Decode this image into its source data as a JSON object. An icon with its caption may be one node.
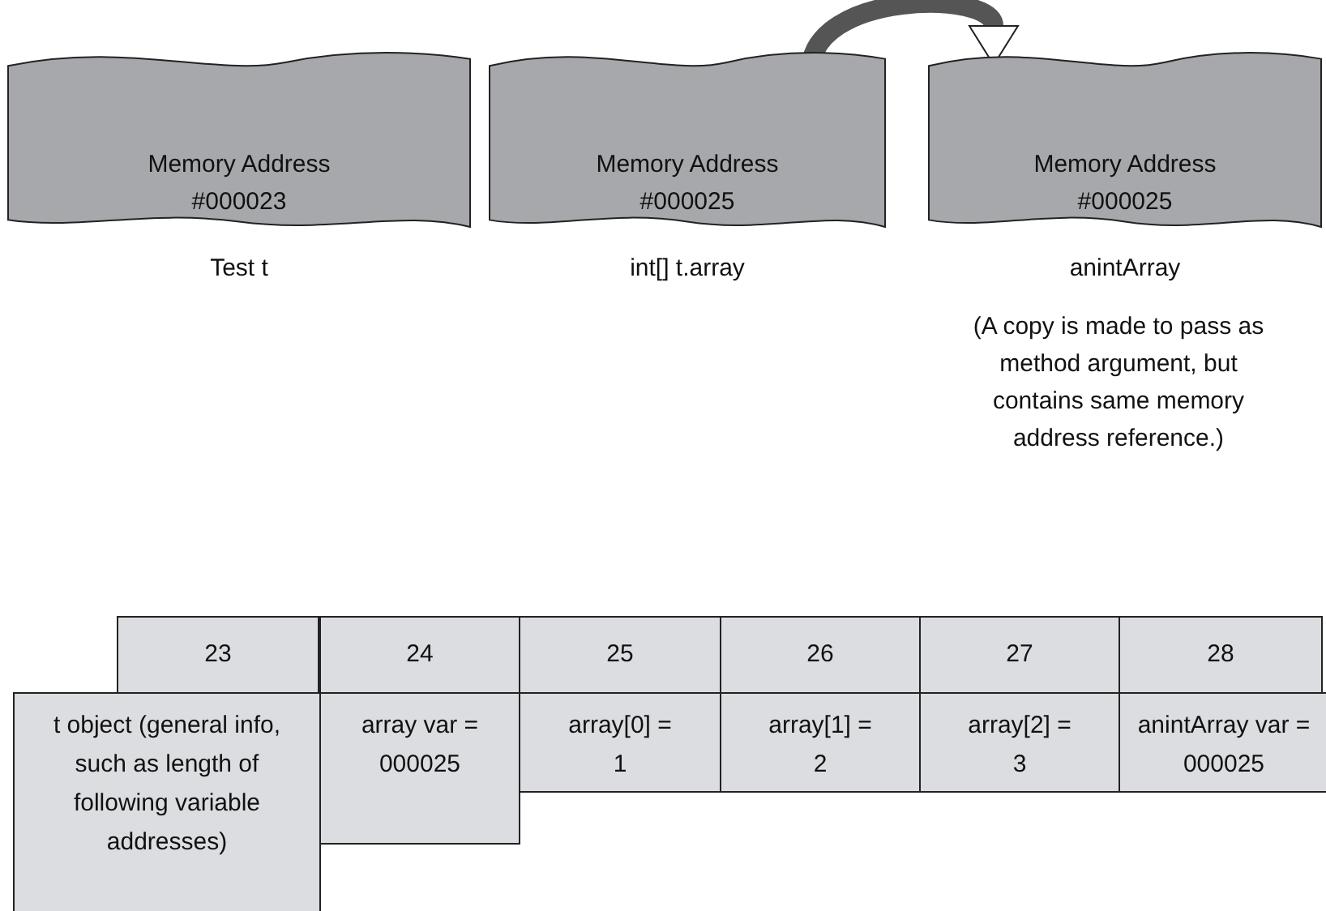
{
  "diagram": {
    "nodes": [
      {
        "text": [
          "Memory Address #000023"
        ],
        "beside": [
          "Test t"
        ]
      },
      {
        "text": [
          "Memory Address #000025"
        ],
        "beside": [
          "int[] t.array"
        ]
      },
      {
        "text": [
          "Memory Address #000025"
        ],
        "beside": [
          "anintArray",
          "(A copy is made to pass as method argument, but contains same memory address reference.)"
        ]
      },
      {
        "text": [
          "23"
        ]
      },
      {
        "text": [
          "24"
        ]
      },
      {
        "text": [
          "25"
        ]
      },
      {
        "text": [
          "26"
        ]
      },
      {
        "text": [
          "27"
        ]
      },
      {
        "text": [
          "28"
        ]
      },
      {
        "text": [
          "t object (general info, such as length of following variable addresses)"
        ]
      },
      {
        "text": [
          "array var = 000025"
        ]
      },
      {
        "text": [
          "array[0] = 1"
        ]
      },
      {
        "text": [
          "array[1] = 2"
        ]
      },
      {
        "text": [
          "array[2] = 3"
        ]
      },
      {
        "text": [
          "anintArray var = 000025"
        ]
      }
    ],
    "edges": [
      {
        "from": 1,
        "to": 2,
        "arrow": "to"
      }
    ]
  }
}
